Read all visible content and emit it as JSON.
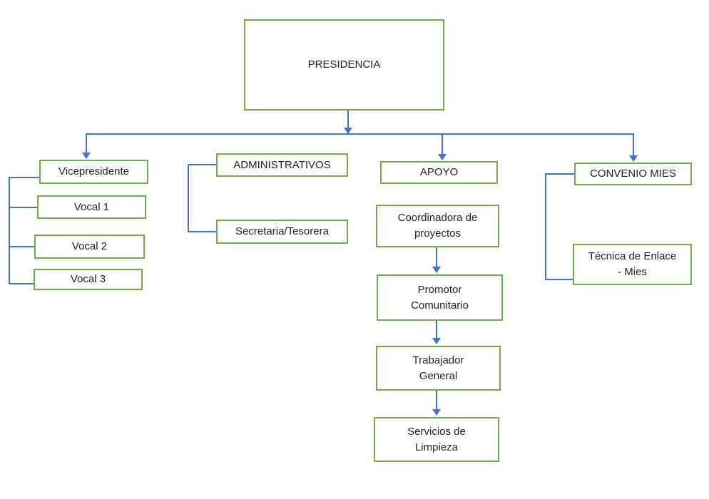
{
  "diagram": {
    "type": "org-chart",
    "colors": {
      "box_border": "#70AD47",
      "connector": "#4472C4",
      "text": "#1f1f1f",
      "background": "#ffffff"
    },
    "nodes": {
      "presidencia": {
        "label": "PRESIDENCIA"
      },
      "vicepresidente": {
        "label": "Vicepresidente"
      },
      "vocal1": {
        "label": "Vocal 1"
      },
      "vocal2": {
        "label": "Vocal 2"
      },
      "vocal3": {
        "label": "Vocal 3"
      },
      "administrativos": {
        "label": "ADMINISTRATIVOS"
      },
      "secretaria": {
        "label": "Secretaria/Tesorera"
      },
      "apoyo": {
        "label": "APOYO"
      },
      "coordinadora": {
        "label": "Coordinadora de\nproyectos"
      },
      "promotor": {
        "label": "Promotor\nComunitario"
      },
      "trabajador": {
        "label": "Trabajador\nGeneral"
      },
      "servicios": {
        "label": "Servicios de\nLimpieza"
      },
      "convenio": {
        "label": "CONVENIO MIES"
      },
      "tecnica": {
        "label": "Técnica de Enlace\n- Mies"
      }
    }
  }
}
